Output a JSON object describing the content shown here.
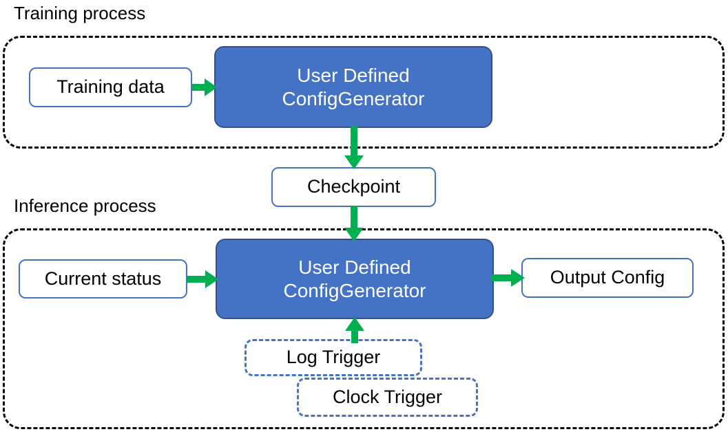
{
  "diagram": {
    "title_visible": false,
    "colors": {
      "blue_fill": "#4472C4",
      "blue_border": "#2F528F",
      "outline_blue": "#4472C4",
      "arrow_green": "#00B050",
      "container_dash": "#000000",
      "text_dark": "#000000",
      "text_light": "#FFFFFF",
      "background": "#FFFFFF"
    },
    "sections": [
      {
        "id": "training",
        "caption": "Training process"
      },
      {
        "id": "inference",
        "caption": "Inference process"
      }
    ],
    "nodes": {
      "training_data": {
        "label": "Training data",
        "style": "outline"
      },
      "config_generator_training": {
        "line1": "User Defined",
        "line2": "ConfigGenerator",
        "style": "filled-blue"
      },
      "checkpoint": {
        "label": "Checkpoint",
        "style": "outline"
      },
      "current_status": {
        "label": "Current status",
        "style": "outline"
      },
      "config_generator_inference": {
        "line1": "User Defined",
        "line2": "ConfigGenerator",
        "style": "filled-blue"
      },
      "output_config": {
        "label": "Output Config",
        "style": "outline"
      },
      "log_trigger": {
        "label": "Log Trigger",
        "style": "dashed-blue"
      },
      "clock_trigger": {
        "label": "Clock Trigger",
        "style": "dashed-blue"
      }
    },
    "edges": [
      {
        "id": "training-data-to-config",
        "from": "training_data",
        "to": "config_generator_training",
        "direction": "right"
      },
      {
        "id": "config-to-checkpoint",
        "from": "config_generator_training",
        "to": "checkpoint",
        "direction": "down"
      },
      {
        "id": "checkpoint-to-config",
        "from": "checkpoint",
        "to": "config_generator_inference",
        "direction": "down"
      },
      {
        "id": "current-status-to-config",
        "from": "current_status",
        "to": "config_generator_inference",
        "direction": "right"
      },
      {
        "id": "config-to-output-config",
        "from": "config_generator_inference",
        "to": "output_config",
        "direction": "right"
      },
      {
        "id": "triggers-to-config",
        "from": "log_trigger",
        "to": "config_generator_inference",
        "direction": "up"
      }
    ]
  }
}
